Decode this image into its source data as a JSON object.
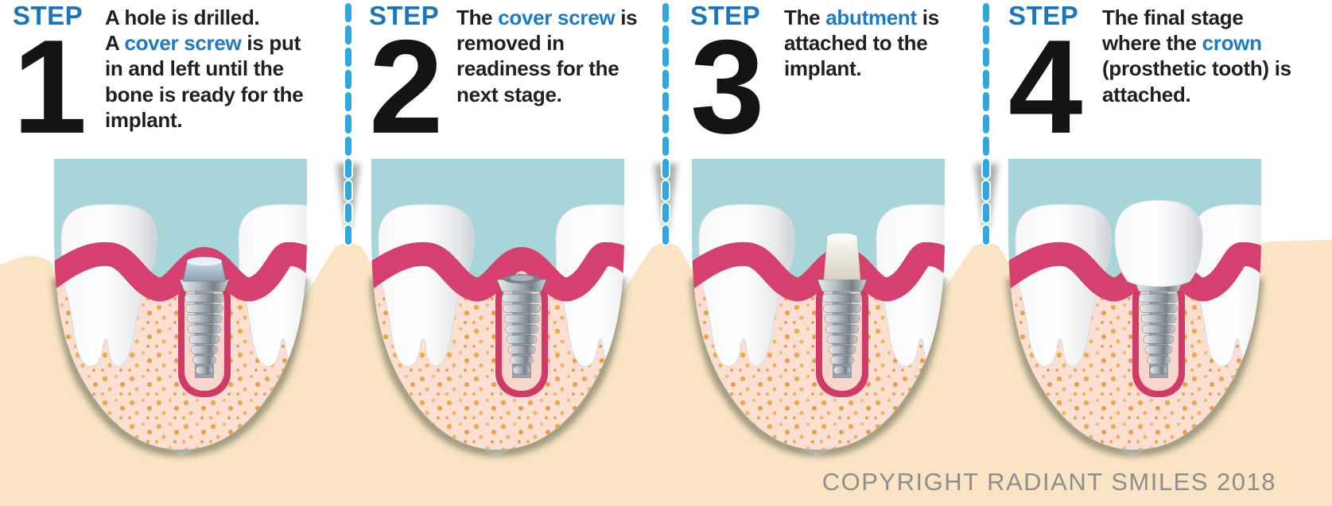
{
  "copyright": "COPYRIGHT RADIANT SMILES 2018",
  "colors": {
    "step_label_blue": "#1b75bc",
    "keyword_blue": "#1f7ac2",
    "body_text": "#231f20",
    "step_number": "#151314",
    "divider_dash_blue": "#2fa8e0",
    "sky_blue": "#a6d6da",
    "gum_pink": "#d5406f",
    "bone_pale_pink": "#fbdfd3",
    "bone_speckle_orange": "#f2a844",
    "cream_background": "#fae4c4",
    "implant_metal": "#8d97a0",
    "tooth_white": "#ffffff",
    "copyright_gray": "#8e8e8e"
  },
  "steps": [
    {
      "label": "STEP",
      "number": "1",
      "text": {
        "before": "A hole is drilled.\nA ",
        "highlight": "cover screw",
        "after": " is put in and left until the bone  is ready for the implant."
      },
      "illustration": {
        "implant_state": "cover screw placed",
        "alt": "Jaw cross-section: implant screw in bone sealed with a cover screw between two molars"
      }
    },
    {
      "label": "STEP",
      "number": "2",
      "text": {
        "before": "The ",
        "highlight": "cover screw",
        "after": " is removed in readiness for the next stage."
      },
      "illustration": {
        "implant_state": "cover screw removed, implant exposed",
        "alt": "Jaw cross-section: exposed implant screw in bone between two molars"
      }
    },
    {
      "label": "STEP",
      "number": "3",
      "text": {
        "before": "The ",
        "highlight": "abutment",
        "after": " is attached to the implant."
      },
      "illustration": {
        "implant_state": "abutment attached",
        "alt": "Jaw cross-section: abutment attached to the implant screw between two molars"
      }
    },
    {
      "label": "STEP",
      "number": "4",
      "text": {
        "before": "The final stage where the ",
        "highlight": "crown",
        "after": " (prosthetic tooth) is attached."
      },
      "illustration": {
        "implant_state": "crown attached",
        "alt": "Jaw cross-section: prosthetic crown attached to the implant between two molars"
      }
    }
  ]
}
